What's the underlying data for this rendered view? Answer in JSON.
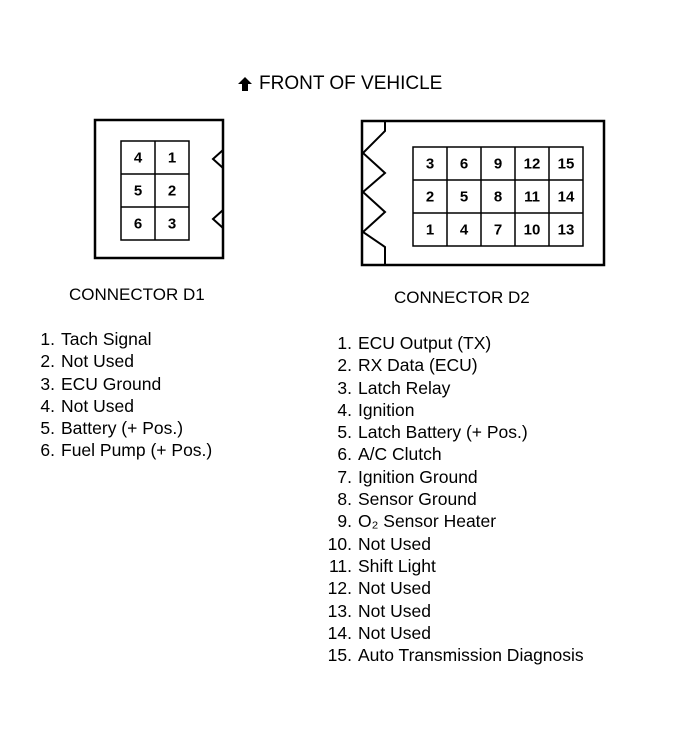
{
  "header": {
    "direction_text": "FRONT OF VEHICLE",
    "arrow_icon": "up-arrow-icon"
  },
  "connector_d1": {
    "label": "CONNECTOR D1",
    "pins": [
      [
        "4",
        "1"
      ],
      [
        "5",
        "2"
      ],
      [
        "6",
        "3"
      ]
    ],
    "functions": [
      {
        "num": "1.",
        "text": "Tach Signal"
      },
      {
        "num": "2.",
        "text": "Not Used"
      },
      {
        "num": "3.",
        "text": "ECU Ground"
      },
      {
        "num": "4.",
        "text": "Not Used"
      },
      {
        "num": "5.",
        "text": "Battery (+ Pos.)"
      },
      {
        "num": "6.",
        "text": "Fuel Pump (+ Pos.)"
      }
    ]
  },
  "connector_d2": {
    "label": "CONNECTOR D2",
    "pins": [
      [
        "3",
        "6",
        "9",
        "12",
        "15"
      ],
      [
        "2",
        "5",
        "8",
        "11",
        "14"
      ],
      [
        "1",
        "4",
        "7",
        "10",
        "13"
      ]
    ],
    "functions": [
      {
        "num": "1.",
        "text": "ECU Output (TX)"
      },
      {
        "num": "2.",
        "text": "RX Data (ECU)"
      },
      {
        "num": "3.",
        "text": "Latch Relay"
      },
      {
        "num": "4.",
        "text": "Ignition"
      },
      {
        "num": "5.",
        "text": "Latch Battery (+ Pos.)"
      },
      {
        "num": "6.",
        "text": "A/C Clutch"
      },
      {
        "num": "7.",
        "text": "Ignition Ground"
      },
      {
        "num": "8.",
        "text": "Sensor Ground"
      },
      {
        "num": "9.",
        "text": "O₂ Sensor Heater"
      },
      {
        "num": "10.",
        "text": "Not Used"
      },
      {
        "num": "11.",
        "text": "Shift Light"
      },
      {
        "num": "12.",
        "text": "Not Used"
      },
      {
        "num": "13.",
        "text": "Not Used"
      },
      {
        "num": "14.",
        "text": "Not Used"
      },
      {
        "num": "15.",
        "text": "Auto Transmission Diagnosis"
      }
    ]
  }
}
